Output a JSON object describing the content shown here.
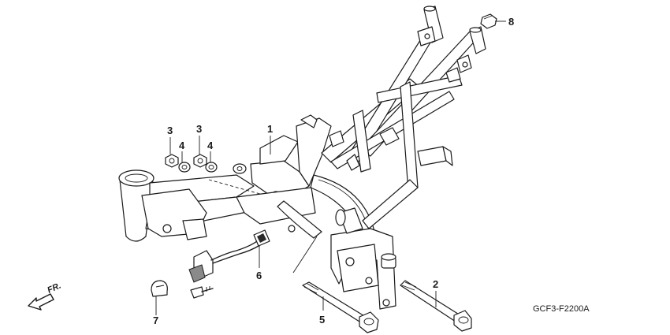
{
  "diagram_code": "GCF3-F2200A",
  "direction_label": "FR.",
  "callouts": [
    {
      "id": "frame-body",
      "label": "1"
    },
    {
      "id": "through-bolt",
      "label": "2"
    },
    {
      "id": "nut-left",
      "label": "3"
    },
    {
      "id": "nut-right",
      "label": "3"
    },
    {
      "id": "washer-left",
      "label": "4"
    },
    {
      "id": "washer-right",
      "label": "4"
    },
    {
      "id": "pivot-bolt",
      "label": "5"
    },
    {
      "id": "switch-harness",
      "label": "6"
    },
    {
      "id": "cap",
      "label": "7"
    },
    {
      "id": "cap-nut",
      "label": "8"
    }
  ]
}
